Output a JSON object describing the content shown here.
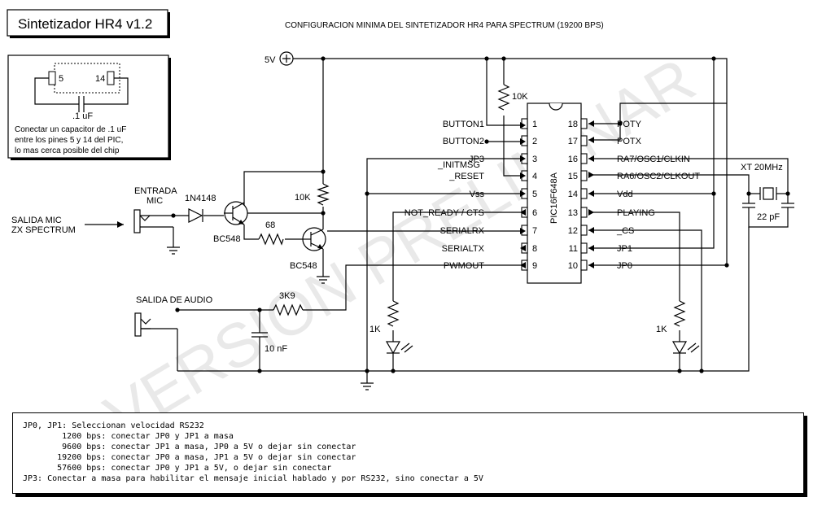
{
  "title": "Sintetizador HR4 v1.2",
  "subtitle": "CONFIGURACION MINIMA DEL SINTETIZADOR HR4 PARA SPECTRUM (19200 BPS)",
  "watermark": "VERSION PRELIMINAR",
  "supply_label": "5V",
  "cap_inset": {
    "pin_left": "5",
    "pin_right": "14",
    "cap_value": ".1 uF",
    "note": [
      "Conectar un capacitor de .1 uF",
      "entre los pines 5 y 14 del PIC,",
      "lo mas cerca posible del chip"
    ]
  },
  "chip": {
    "name": "PIC16F648A",
    "pins_left": [
      {
        "num": "1",
        "label": "BUTTON1"
      },
      {
        "num": "2",
        "label": "BUTTON2"
      },
      {
        "num": "3",
        "label": "JP3"
      },
      {
        "num": "4",
        "label": "_RESET"
      },
      {
        "num": "5",
        "label": "Vss"
      },
      {
        "num": "6",
        "label": "NOT_READY / CTS"
      },
      {
        "num": "7",
        "label": "SERIALRX"
      },
      {
        "num": "8",
        "label": "SERIALTX"
      },
      {
        "num": "9",
        "label": "PWMOUT"
      }
    ],
    "pins_right": [
      {
        "num": "18",
        "label": "POTY"
      },
      {
        "num": "17",
        "label": "POTX"
      },
      {
        "num": "16",
        "label": "RA7/OSC1/CLKIN"
      },
      {
        "num": "15",
        "label": "RA6/OSC2/CLKOUT"
      },
      {
        "num": "14",
        "label": "Vdd"
      },
      {
        "num": "13",
        "label": "PLAYING"
      },
      {
        "num": "12",
        "label": "_CS"
      },
      {
        "num": "11",
        "label": "JP1"
      },
      {
        "num": "10",
        "label": "JP0"
      }
    ],
    "initmsg_label": "_INITMSG"
  },
  "components": {
    "r_pullup": "10K",
    "r_base": "10K",
    "r_coupling": "68",
    "r_audio": "3K9",
    "c_audio": "10 nF",
    "r_led_left": "1K",
    "r_led_right": "1K",
    "diode": "1N4148",
    "transistor1": "BC548",
    "transistor2": "BC548",
    "crystal": "XT 20MHz",
    "crystal_caps": "22 pF"
  },
  "labels": {
    "mic_in": [
      "ENTRADA",
      "MIC"
    ],
    "spectrum_out": [
      "SALIDA MIC",
      "ZX SPECTRUM"
    ],
    "audio_out": "SALIDA DE AUDIO"
  },
  "notes": [
    "JP0, JP1: Seleccionan velocidad RS232",
    "        1200 bps: conectar JP0 y JP1 a masa",
    "        9600 bps: conectar JP1 a masa, JP0 a 5V o dejar sin conectar",
    "       19200 bps: conectar JP0 a masa, JP1 a 5V o dejar sin conectar",
    "       57600 bps: conectar JP0 y JP1 a 5V, o dejar sin conectar",
    "JP3: Conectar a masa para habilitar el mensaje inicial hablado y por RS232, sino conectar a 5V"
  ]
}
